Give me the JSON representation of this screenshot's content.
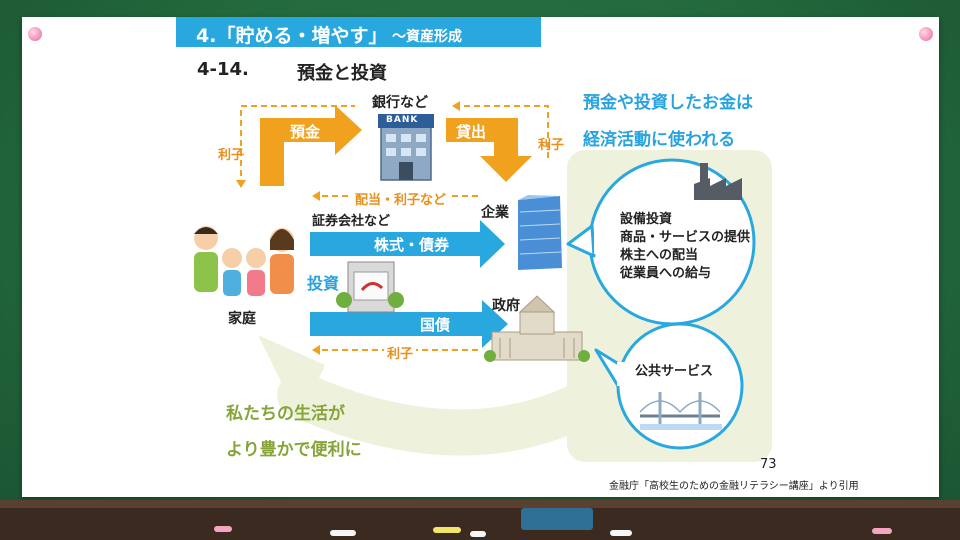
{
  "slide": {
    "section_title": "4.「貯める・増やす」",
    "section_subtitle": "〜資産形成",
    "heading_number": "4-14.",
    "heading": "預金と投資",
    "page_number": "73",
    "citation": "金融庁「高校生のための金融リテラシー講座」より引用"
  },
  "diagram": {
    "bank_label": "銀行など",
    "bank_sign": "BANK",
    "deposit_arrow": "預金",
    "loan_arrow": "貸出",
    "interest_left": "利子",
    "interest_right": "利子",
    "dividend_interest": "配当・利子など",
    "securities_label": "証券会社など",
    "stocks_bonds_arrow": "株式・債券",
    "investment_label": "投資",
    "household_label": "家庭",
    "government_bonds_arrow": "国債",
    "interest_bottom": "利子",
    "company_label": "企業",
    "government_label": "政府",
    "money_use_line1": "預金や投資したお金は",
    "money_use_line2": "経済活動に使われる",
    "company_uses": [
      "設備投資",
      "商品・サービスの提供",
      "株主への配当",
      "従業員への給与"
    ],
    "public_service": "公共サービス",
    "better_life_line1": "私たちの生活が",
    "better_life_line2": "より豊かで便利に"
  },
  "colors": {
    "header_blue": "#29a8e0",
    "orange": "#f0a21f",
    "arrow_blue": "#29a8e0",
    "olive_text": "#86a43a",
    "green_panel": "#eef2dc"
  }
}
